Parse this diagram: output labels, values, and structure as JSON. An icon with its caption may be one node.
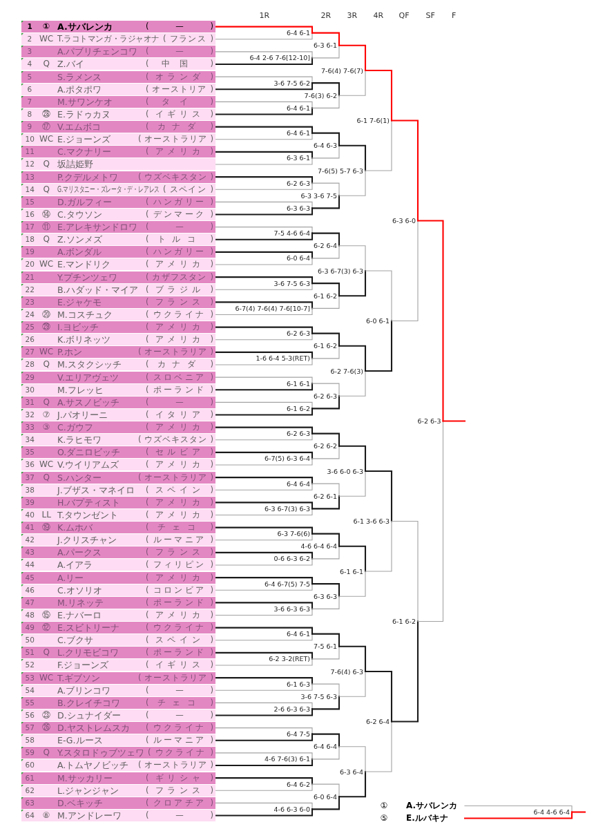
{
  "diagram": {
    "nodes": [
      {
        "text": [
          "1",
          "①",
          "A.サバレンカ",
          "( — )"
        ]
      },
      {
        "text": [
          "2",
          "WC",
          "T.ラコトマンガ・ラジャオナ",
          "( フランス )"
        ]
      },
      {
        "text": [
          "3",
          "A.パブリチェンコワ",
          "( — )"
        ]
      },
      {
        "text": [
          "4",
          "Q",
          "Z.バイ",
          "( 中国 )"
        ]
      },
      {
        "text": [
          "5",
          "S.ラメンス",
          "( オランダ )"
        ]
      },
      {
        "text": [
          "6",
          "A.ポタポワ",
          "( オーストリア )"
        ]
      },
      {
        "text": [
          "7",
          "M.サワンケオ",
          "( タイ )"
        ]
      },
      {
        "text": [
          "8",
          "㉘",
          "E.ラドゥカヌ",
          "( イギリス )"
        ]
      },
      {
        "text": [
          "9",
          "⑰",
          "V.エムボコ",
          "( カナダ )"
        ]
      },
      {
        "text": [
          "10",
          "WC",
          "E.ジョーンズ",
          "( オーストラリア )"
        ]
      },
      {
        "text": [
          "11",
          "C.マクナリー",
          "( アメリカ )"
        ]
      },
      {
        "text": [
          "12",
          "Q",
          "坂詰姫野"
        ]
      },
      {
        "text": [
          "13",
          "P.クデルメトワ",
          "( ウズベキスタン )"
        ]
      },
      {
        "text": [
          "14",
          "Q",
          "G.マリスタニー・ズレータ・デ・レアレス",
          "( スペイン )"
        ]
      },
      {
        "text": [
          "15",
          "D.ガルフィー",
          "( ハンガリー )"
        ]
      },
      {
        "text": [
          "16",
          "⑭",
          "C.タウソン",
          "( デンマーク )"
        ]
      },
      {
        "text": [
          "17",
          "⑪",
          "E.アレキサンドロワ",
          "( — )"
        ]
      },
      {
        "text": [
          "18",
          "Q",
          "Z.ソンメズ",
          "( トルコ )"
        ]
      },
      {
        "text": [
          "19",
          "A.ボンダル",
          "( ハンガリー )"
        ]
      },
      {
        "text": [
          "20",
          "WC",
          "E.マンドリク",
          "( アメリカ )"
        ]
      },
      {
        "text": [
          "21",
          "Y.プチンツェワ",
          "( カザフスタン )"
        ]
      },
      {
        "text": [
          "22",
          "B.ハダッド・マイア",
          "( ブラジル )"
        ]
      },
      {
        "text": [
          "23",
          "E.ジャケモ",
          "( フランス )"
        ]
      },
      {
        "text": [
          "24",
          "⑳",
          "M.コスチュク",
          "( ウクライナ )"
        ]
      },
      {
        "text": [
          "25",
          "㉙",
          "I.ヨビッチ",
          "( アメリカ )"
        ]
      },
      {
        "text": [
          "26",
          "K.ボリネッツ",
          "( アメリカ )"
        ]
      },
      {
        "text": [
          "27",
          "WC",
          "P.ホン",
          "( オーストラリア )"
        ]
      },
      {
        "text": [
          "28",
          "Q",
          "M.スタクシッチ",
          "( カナダ )"
        ]
      },
      {
        "text": [
          "29",
          "V.エリアヴェツ",
          "( スロベニア )"
        ]
      },
      {
        "text": [
          "30",
          "M.フレッヒ",
          "( ポーランド )"
        ]
      },
      {
        "text": [
          "31",
          "Q",
          "A.サスノビッチ",
          "( — )"
        ]
      },
      {
        "text": [
          "32",
          "⑦",
          "J.パオリーニ",
          "( イタリア )"
        ]
      },
      {
        "text": [
          "33",
          "③",
          "C.ガウフ",
          "( アメリカ )"
        ]
      },
      {
        "text": [
          "34",
          "K.ラヒモワ",
          "( ウズベキスタン )"
        ]
      },
      {
        "text": [
          "35",
          "O.ダニロビッチ",
          "( セルビア )"
        ]
      },
      {
        "text": [
          "36",
          "WC",
          "V.ウイリアムズ",
          "( アメリカ )"
        ]
      },
      {
        "text": [
          "37",
          "Q",
          "S.ハンター",
          "( オーストラリア )"
        ]
      },
      {
        "text": [
          "38",
          "J.ブザス・マネイロ",
          "( スペイン )"
        ]
      },
      {
        "text": [
          "39",
          "H.バプティスト",
          "( アメリカ )"
        ]
      },
      {
        "text": [
          "40",
          "LL",
          "T.タウンゼント",
          "( アメリカ )"
        ]
      },
      {
        "text": [
          "41",
          "⑲",
          "K.ムホバ",
          "( チェコ )"
        ]
      },
      {
        "text": [
          "42",
          "J.クリスチャン",
          "( ルーマニア )"
        ]
      },
      {
        "text": [
          "43",
          "A.パークス",
          "( フランス )"
        ]
      },
      {
        "text": [
          "44",
          "A.イアラ",
          "( フィリピン )"
        ]
      },
      {
        "text": [
          "45",
          "A.リー",
          "( アメリカ )"
        ]
      },
      {
        "text": [
          "46",
          "C.オソリオ",
          "( コロンビア )"
        ]
      },
      {
        "text": [
          "47",
          "M.リネッテ",
          "( ポーランド )"
        ]
      },
      {
        "text": [
          "48",
          "⑮",
          "E.ナバーロ",
          "( アメリカ )"
        ]
      },
      {
        "text": [
          "49",
          "⑫",
          "E.スビトリーナ",
          "( ウクライナ )"
        ]
      },
      {
        "text": [
          "50",
          "C.ブクサ",
          "( スペイン )"
        ]
      },
      {
        "text": [
          "51",
          "Q",
          "L.クリモビコワ",
          "( ポーランド )"
        ]
      },
      {
        "text": [
          "52",
          "F.ジョーンズ",
          "( イギリス )"
        ]
      },
      {
        "text": [
          "53",
          "WC",
          "T.ギブソン",
          "( オーストラリア )"
        ]
      },
      {
        "text": [
          "54",
          "A.ブリンコワ",
          "( — )"
        ]
      },
      {
        "text": [
          "55",
          "B.クレイチコワ",
          "( チェコ )"
        ]
      },
      {
        "text": [
          "56",
          "㉓",
          "D.シュナイダー",
          "( — )"
        ]
      },
      {
        "text": [
          "57",
          "㉖",
          "D.ヤストレムスカ",
          "( ウクライナ )"
        ]
      },
      {
        "text": [
          "58",
          "E-G.ルース",
          "( ルーマニア )"
        ]
      },
      {
        "text": [
          "59",
          "Q",
          "Y.スタロドゥブツェワ",
          "( ウクライナ )"
        ]
      },
      {
        "text": [
          "60",
          "A.トムヤノビッチ",
          "( オーストラリア )"
        ]
      },
      {
        "text": [
          "61",
          "M.サッカリー",
          "( ギリシャ )"
        ]
      },
      {
        "text": [
          "62",
          "L.ジャンジャン",
          "( フランス )"
        ]
      },
      {
        "text": [
          "63",
          "D.ベキッチ",
          "( クロアチア )"
        ]
      },
      {
        "text": [
          "64",
          "⑧",
          "M.アンドレーワ",
          "( — )"
        ]
      },
      {
        "text": [
          "6-4 6-1"
        ]
      },
      {
        "text": [
          "6-4 2-6 7-6[12-10]"
        ]
      },
      {
        "text": [
          "3-6 7-5 6-2"
        ]
      },
      {
        "text": [
          "6-4 6-1"
        ]
      },
      {
        "text": [
          "6-4 6-1"
        ]
      },
      {
        "text": [
          "6-3 6-1"
        ]
      },
      {
        "text": [
          "6-2 6-3"
        ]
      },
      {
        "text": [
          "6-3 6-3"
        ]
      },
      {
        "text": [
          "7-5 4-6 6-4"
        ]
      },
      {
        "text": [
          "6-0 6-4"
        ]
      },
      {
        "text": [
          "3-6 7-5 6-3"
        ]
      },
      {
        "text": [
          "6-7(4) 7-6(4) 7-6[10-7]"
        ]
      },
      {
        "text": [
          "6-2 6-3"
        ]
      },
      {
        "text": [
          "1-6 6-4 5-3(RET)"
        ]
      },
      {
        "text": [
          "6-1 6-1"
        ]
      },
      {
        "text": [
          "6-1 6-2"
        ]
      },
      {
        "text": [
          "6-2 6-3"
        ]
      },
      {
        "text": [
          "6-7(5) 6-3 6-4"
        ]
      },
      {
        "text": [
          "6-4 6-4"
        ]
      },
      {
        "text": [
          "6-3 6-7(3) 6-3"
        ]
      },
      {
        "text": [
          "6-3 7-6(6)"
        ]
      },
      {
        "text": [
          "0-6 6-3 6-2"
        ]
      },
      {
        "text": [
          "6-4 6-7(5) 7-5"
        ]
      },
      {
        "text": [
          "3-6 6-3 6-3"
        ]
      },
      {
        "text": [
          "6-4 6-1"
        ]
      },
      {
        "text": [
          "6-2 3-2(RET)"
        ]
      },
      {
        "text": [
          "6-1 6-3"
        ]
      },
      {
        "text": [
          "2-6 6-3 6-3"
        ]
      },
      {
        "text": [
          "6-4 7-5"
        ]
      },
      {
        "text": [
          "4-6 7-6(3) 6-1"
        ]
      },
      {
        "text": [
          "6-4 6-2"
        ]
      },
      {
        "text": [
          "4-6 6-3 6-0"
        ]
      },
      {
        "text": [
          "6-3 6-1"
        ]
      },
      {
        "text": [
          "7-6(3) 6-2"
        ]
      },
      {
        "text": [
          "6-4 6-3"
        ]
      },
      {
        "text": [
          "6-3 3-6 7-5"
        ]
      },
      {
        "text": [
          "6-2 6-4"
        ]
      },
      {
        "text": [
          "6-1 6-2"
        ]
      },
      {
        "text": [
          "6-1 6-2"
        ]
      },
      {
        "text": [
          "6-2 6-3"
        ]
      },
      {
        "text": [
          "6-2 6-2"
        ]
      },
      {
        "text": [
          "6-2 6-1"
        ]
      },
      {
        "text": [
          "4-6 6-4 6-4"
        ]
      },
      {
        "text": [
          "6-3 6-3"
        ]
      },
      {
        "text": [
          "7-5 6-1"
        ]
      },
      {
        "text": [
          "3-6 7-5 6-3"
        ]
      },
      {
        "text": [
          "6-4 6-4"
        ]
      },
      {
        "text": [
          "6-0 6-4"
        ]
      },
      {
        "text": [
          "7-6(4) 7-6(7)"
        ]
      },
      {
        "text": [
          "7-6(5) 5-7 6-3"
        ]
      },
      {
        "text": [
          "6-3 6-7(3) 6-3"
        ]
      },
      {
        "text": [
          "6-2 7-6(3)"
        ]
      },
      {
        "text": [
          "3-6 6-0 6-3"
        ]
      },
      {
        "text": [
          "6-1 6-1"
        ]
      },
      {
        "text": [
          "7-6(4) 6-3"
        ]
      },
      {
        "text": [
          "6-3 6-4"
        ]
      },
      {
        "text": [
          "6-1 7-6(1)"
        ]
      },
      {
        "text": [
          "6-0 6-1"
        ]
      },
      {
        "text": [
          "6-1 3-6 6-3"
        ]
      },
      {
        "text": [
          "6-2 6-4"
        ]
      },
      {
        "text": [
          "6-3 6-0"
        ]
      },
      {
        "text": [
          "6-1 6-2"
        ]
      },
      {
        "text": [
          "6-2 6-3"
        ]
      },
      {
        "text": [
          "①",
          "A.サバレンカ"
        ]
      },
      {
        "text": [
          "⑤",
          "E.ルバキナ"
        ]
      },
      {
        "text": [
          "6-4 4-6 6-4"
        ]
      }
    ],
    "edges": [
      {
        "from": 0,
        "to": 64,
        "arrow": "none",
        "color": "#ff0000"
      },
      {
        "from": 1,
        "to": 64,
        "arrow": "none"
      },
      {
        "from": 2,
        "to": 65,
        "arrow": "none"
      },
      {
        "from": 3,
        "to": 65,
        "arrow": "none",
        "color": "#1a1a1a"
      },
      {
        "from": 4,
        "to": 66,
        "arrow": "none"
      },
      {
        "from": 5,
        "to": 66,
        "arrow": "none",
        "color": "#1a1a1a"
      },
      {
        "from": 6,
        "to": 67,
        "arrow": "none"
      },
      {
        "from": 7,
        "to": 67,
        "arrow": "none",
        "color": "#1a1a1a"
      },
      {
        "from": 8,
        "to": 68,
        "arrow": "none",
        "color": "#1a1a1a"
      },
      {
        "from": 9,
        "to": 68,
        "arrow": "none"
      },
      {
        "from": 10,
        "to": 69,
        "arrow": "none",
        "color": "#1a1a1a"
      },
      {
        "from": 11,
        "to": 69,
        "arrow": "none"
      },
      {
        "from": 12,
        "to": 70,
        "arrow": "none",
        "color": "#1a1a1a"
      },
      {
        "from": 13,
        "to": 70,
        "arrow": "none"
      },
      {
        "from": 14,
        "to": 71,
        "arrow": "none"
      },
      {
        "from": 15,
        "to": 71,
        "arrow": "none",
        "color": "#1a1a1a"
      },
      {
        "from": 16,
        "to": 72,
        "arrow": "none"
      },
      {
        "from": 17,
        "to": 72,
        "arrow": "none",
        "color": "#1a1a1a"
      },
      {
        "from": 18,
        "to": 73,
        "arrow": "none",
        "color": "#1a1a1a"
      },
      {
        "from": 19,
        "to": 73,
        "arrow": "none"
      },
      {
        "from": 20,
        "to": 74,
        "arrow": "none",
        "color": "#1a1a1a"
      },
      {
        "from": 21,
        "to": 74,
        "arrow": "none"
      },
      {
        "from": 22,
        "to": 75,
        "arrow": "none",
        "color": "#1a1a1a"
      },
      {
        "from": 23,
        "to": 75,
        "arrow": "none"
      },
      {
        "from": 24,
        "to": 76,
        "arrow": "none",
        "color": "#1a1a1a"
      },
      {
        "from": 25,
        "to": 76,
        "arrow": "none"
      },
      {
        "from": 26,
        "to": 77,
        "arrow": "none",
        "color": "#1a1a1a"
      },
      {
        "from": 27,
        "to": 77,
        "arrow": "none"
      },
      {
        "from": 28,
        "to": 78,
        "arrow": "none"
      },
      {
        "from": 29,
        "to": 78,
        "arrow": "none",
        "color": "#1a1a1a"
      },
      {
        "from": 30,
        "to": 79,
        "arrow": "none"
      },
      {
        "from": 31,
        "to": 79,
        "arrow": "none",
        "color": "#1a1a1a"
      },
      {
        "from": 32,
        "to": 80,
        "arrow": "none",
        "color": "#1a1a1a"
      },
      {
        "from": 33,
        "to": 80,
        "arrow": "none"
      },
      {
        "from": 34,
        "to": 81,
        "arrow": "none",
        "color": "#1a1a1a"
      },
      {
        "from": 35,
        "to": 81,
        "arrow": "none"
      },
      {
        "from": 36,
        "to": 82,
        "arrow": "none",
        "color": "#1a1a1a"
      },
      {
        "from": 37,
        "to": 82,
        "arrow": "none"
      },
      {
        "from": 38,
        "to": 83,
        "arrow": "none",
        "color": "#1a1a1a"
      },
      {
        "from": 39,
        "to": 83,
        "arrow": "none"
      },
      {
        "from": 40,
        "to": 84,
        "arrow": "none",
        "color": "#1a1a1a"
      },
      {
        "from": 41,
        "to": 84,
        "arrow": "none"
      },
      {
        "from": 42,
        "to": 85,
        "arrow": "none",
        "color": "#1a1a1a"
      },
      {
        "from": 43,
        "to": 85,
        "arrow": "none"
      },
      {
        "from": 44,
        "to": 86,
        "arrow": "none",
        "color": "#1a1a1a"
      },
      {
        "from": 45,
        "to": 86,
        "arrow": "none"
      },
      {
        "from": 46,
        "to": 87,
        "arrow": "none",
        "color": "#1a1a1a"
      },
      {
        "from": 47,
        "to": 87,
        "arrow": "none"
      },
      {
        "from": 48,
        "to": 88,
        "arrow": "none",
        "color": "#1a1a1a"
      },
      {
        "from": 49,
        "to": 88,
        "arrow": "none"
      },
      {
        "from": 50,
        "to": 89,
        "arrow": "none",
        "color": "#1a1a1a"
      },
      {
        "from": 51,
        "to": 89,
        "arrow": "none"
      },
      {
        "from": 52,
        "to": 90,
        "arrow": "none",
        "color": "#1a1a1a"
      },
      {
        "from": 53,
        "to": 90,
        "arrow": "none"
      },
      {
        "from": 54,
        "to": 91,
        "arrow": "none"
      },
      {
        "from": 55,
        "to": 91,
        "arrow": "none",
        "color": "#1a1a1a"
      },
      {
        "from": 56,
        "to": 92,
        "arrow": "none"
      },
      {
        "from": 57,
        "to": 92,
        "arrow": "none",
        "color": "#1a1a1a"
      },
      {
        "from": 58,
        "to": 93,
        "arrow": "none"
      },
      {
        "from": 59,
        "to": 93,
        "arrow": "none",
        "color": "#1a1a1a"
      },
      {
        "from": 60,
        "to": 94,
        "arrow": "none",
        "color": "#1a1a1a"
      },
      {
        "from": 61,
        "to": 94,
        "arrow": "none"
      },
      {
        "from": 62,
        "to": 95,
        "arrow": "none"
      },
      {
        "from": 63,
        "to": 95,
        "arrow": "none",
        "color": "#1a1a1a"
      },
      {
        "from": 64,
        "to": 96,
        "arrow": "none",
        "color": "#ff0000"
      },
      {
        "from": 65,
        "to": 96,
        "arrow": "none"
      },
      {
        "from": 66,
        "to": 97,
        "arrow": "none",
        "color": "#1a1a1a"
      },
      {
        "from": 67,
        "to": 97,
        "arrow": "none"
      },
      {
        "from": 68,
        "to": 98,
        "arrow": "none",
        "color": "#1a1a1a"
      },
      {
        "from": 69,
        "to": 98,
        "arrow": "none"
      },
      {
        "from": 70,
        "to": 99,
        "arrow": "none"
      },
      {
        "from": 71,
        "to": 99,
        "arrow": "none",
        "color": "#1a1a1a"
      },
      {
        "from": 72,
        "to": 100,
        "arrow": "none",
        "color": "#1a1a1a"
      },
      {
        "from": 73,
        "to": 100,
        "arrow": "none"
      },
      {
        "from": 74,
        "to": 101,
        "arrow": "none",
        "color": "#1a1a1a"
      },
      {
        "from": 75,
        "to": 101,
        "arrow": "none"
      },
      {
        "from": 76,
        "to": 102,
        "arrow": "none",
        "color": "#1a1a1a"
      },
      {
        "from": 77,
        "to": 102,
        "arrow": "none"
      },
      {
        "from": 78,
        "to": 103,
        "arrow": "none"
      },
      {
        "from": 79,
        "to": 103,
        "arrow": "none",
        "color": "#1a1a1a"
      },
      {
        "from": 80,
        "to": 104,
        "arrow": "none",
        "color": "#1a1a1a"
      },
      {
        "from": 81,
        "to": 104,
        "arrow": "none"
      },
      {
        "from": 82,
        "to": 105,
        "arrow": "none"
      },
      {
        "from": 83,
        "to": 105,
        "arrow": "none",
        "color": "#1a1a1a"
      },
      {
        "from": 84,
        "to": 106,
        "arrow": "none",
        "color": "#1a1a1a"
      },
      {
        "from": 85,
        "to": 106,
        "arrow": "none"
      },
      {
        "from": 86,
        "to": 107,
        "arrow": "none",
        "color": "#1a1a1a"
      },
      {
        "from": 87,
        "to": 107,
        "arrow": "none"
      },
      {
        "from": 88,
        "to": 108,
        "arrow": "none",
        "color": "#1a1a1a"
      },
      {
        "from": 89,
        "to": 108,
        "arrow": "none"
      },
      {
        "from": 90,
        "to": 109,
        "arrow": "none"
      },
      {
        "from": 91,
        "to": 109,
        "arrow": "none",
        "color": "#1a1a1a"
      },
      {
        "from": 92,
        "to": 110,
        "arrow": "none",
        "color": "#1a1a1a"
      },
      {
        "from": 93,
        "to": 110,
        "arrow": "none"
      },
      {
        "from": 94,
        "to": 111,
        "arrow": "none"
      },
      {
        "from": 95,
        "to": 111,
        "arrow": "none",
        "color": "#1a1a1a"
      },
      {
        "from": 96,
        "to": 112,
        "arrow": "none",
        "color": "#ff0000"
      },
      {
        "from": 97,
        "to": 112,
        "arrow": "none"
      },
      {
        "from": 98,
        "to": 113,
        "arrow": "none",
        "color": "#1a1a1a"
      },
      {
        "from": 99,
        "to": 113,
        "arrow": "none"
      },
      {
        "from": 100,
        "to": 114,
        "arrow": "none"
      },
      {
        "from": 101,
        "to": 114,
        "arrow": "none",
        "color": "#1a1a1a"
      },
      {
        "from": 102,
        "to": 115,
        "arrow": "none",
        "color": "#1a1a1a"
      },
      {
        "from": 103,
        "to": 115,
        "arrow": "none"
      },
      {
        "from": 104,
        "to": 116,
        "arrow": "none",
        "color": "#1a1a1a"
      },
      {
        "from": 105,
        "to": 116,
        "arrow": "none"
      },
      {
        "from": 106,
        "to": 117,
        "arrow": "none",
        "color": "#1a1a1a"
      },
      {
        "from": 107,
        "to": 117,
        "arrow": "none"
      },
      {
        "from": 108,
        "to": 118,
        "arrow": "none",
        "color": "#1a1a1a"
      },
      {
        "from": 109,
        "to": 118,
        "arrow": "none"
      },
      {
        "from": 110,
        "to": 119,
        "arrow": "none"
      },
      {
        "from": 111,
        "to": 119,
        "arrow": "none",
        "color": "#1a1a1a"
      },
      {
        "from": 112,
        "to": 120,
        "arrow": "none",
        "color": "#ff0000"
      },
      {
        "from": 113,
        "to": 120,
        "arrow": "none"
      },
      {
        "from": 114,
        "to": 121,
        "arrow": "none"
      },
      {
        "from": 115,
        "to": 121,
        "arrow": "none",
        "color": "#1a1a1a"
      },
      {
        "from": 116,
        "to": 122,
        "arrow": "none",
        "color": "#1a1a1a"
      },
      {
        "from": 117,
        "to": 122,
        "arrow": "none"
      },
      {
        "from": 118,
        "to": 123,
        "arrow": "none",
        "color": "#1a1a1a"
      },
      {
        "from": 119,
        "to": 123,
        "arrow": "none"
      },
      {
        "from": 120,
        "to": 124,
        "arrow": "none",
        "color": "#ff0000"
      },
      {
        "from": 121,
        "to": 124,
        "arrow": "none"
      },
      {
        "from": 122,
        "to": 125,
        "arrow": "none"
      },
      {
        "from": 123,
        "to": 125,
        "arrow": "none",
        "color": "#1a1a1a"
      },
      {
        "from": 124,
        "to": 126,
        "arrow": "none",
        "color": "#ff0000"
      },
      {
        "from": 125,
        "to": 126,
        "arrow": "none"
      },
      {
        "from": 126,
        "to": null,
        "arrow": "none",
        "color": "#ff0000"
      },
      {
        "from": 127,
        "to": 129,
        "arrow": "none"
      },
      {
        "from": 128,
        "to": 129,
        "arrow": "none",
        "color": "#ff0000"
      },
      {
        "from": 129,
        "to": null,
        "arrow": "none",
        "color": "#ff0000"
      }
    ],
    "labels": [
      "1R",
      "2R",
      "3R",
      "4R",
      "QF",
      "SF",
      "F"
    ]
  }
}
